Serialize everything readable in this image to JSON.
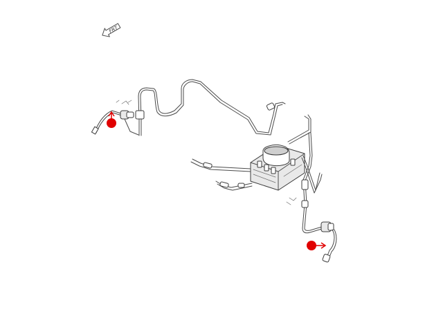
{
  "direction_arrow": {
    "label": "FRT",
    "icon": "front-direction-arrow-icon"
  },
  "markers": [
    {
      "name": "front-hose-marker",
      "color": "#e00000",
      "arrow": "up"
    },
    {
      "name": "rear-hose-marker",
      "color": "#e00000",
      "arrow": "right"
    }
  ],
  "colors": {
    "linework": "#4a4a4a",
    "marker": "#e00000",
    "background": "#ffffff"
  }
}
